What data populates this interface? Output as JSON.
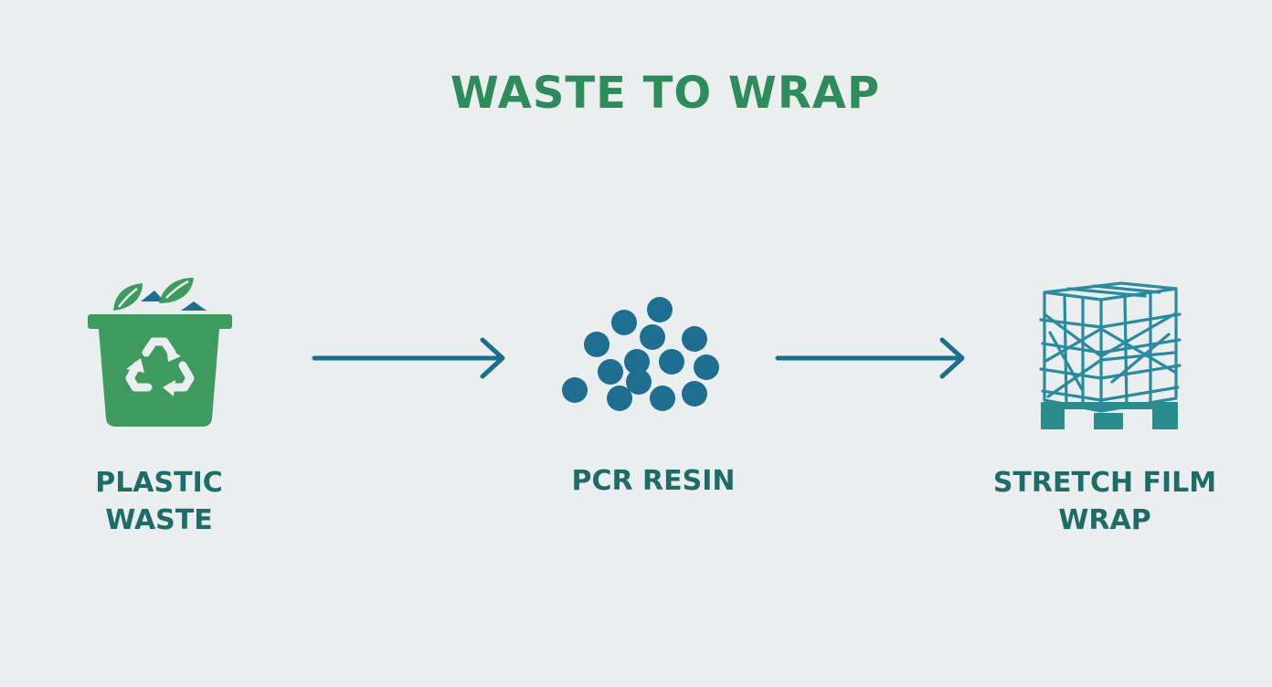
{
  "title": "WASTE TO WRAP",
  "colors": {
    "background": "#ebeeee",
    "title_green": "#2e8b5c",
    "bin_green": "#3e9a5e",
    "teal_blue": "#1c6f8c",
    "pellet_blue": "#1d6e91",
    "label_teal": "#1f6b68",
    "pallet_teal": "#2a8c8c"
  },
  "stages": [
    {
      "icon": "recycle-bin-icon",
      "label": "PLASTIC\nWASTE"
    },
    {
      "icon": "pellets-icon",
      "label": "PCR RESIN"
    },
    {
      "icon": "wrapped-pallet-icon",
      "label": "STRETCH FILM\nWRAP"
    }
  ],
  "connectors": [
    {
      "icon": "arrow-right-icon"
    },
    {
      "icon": "arrow-right-icon"
    }
  ]
}
